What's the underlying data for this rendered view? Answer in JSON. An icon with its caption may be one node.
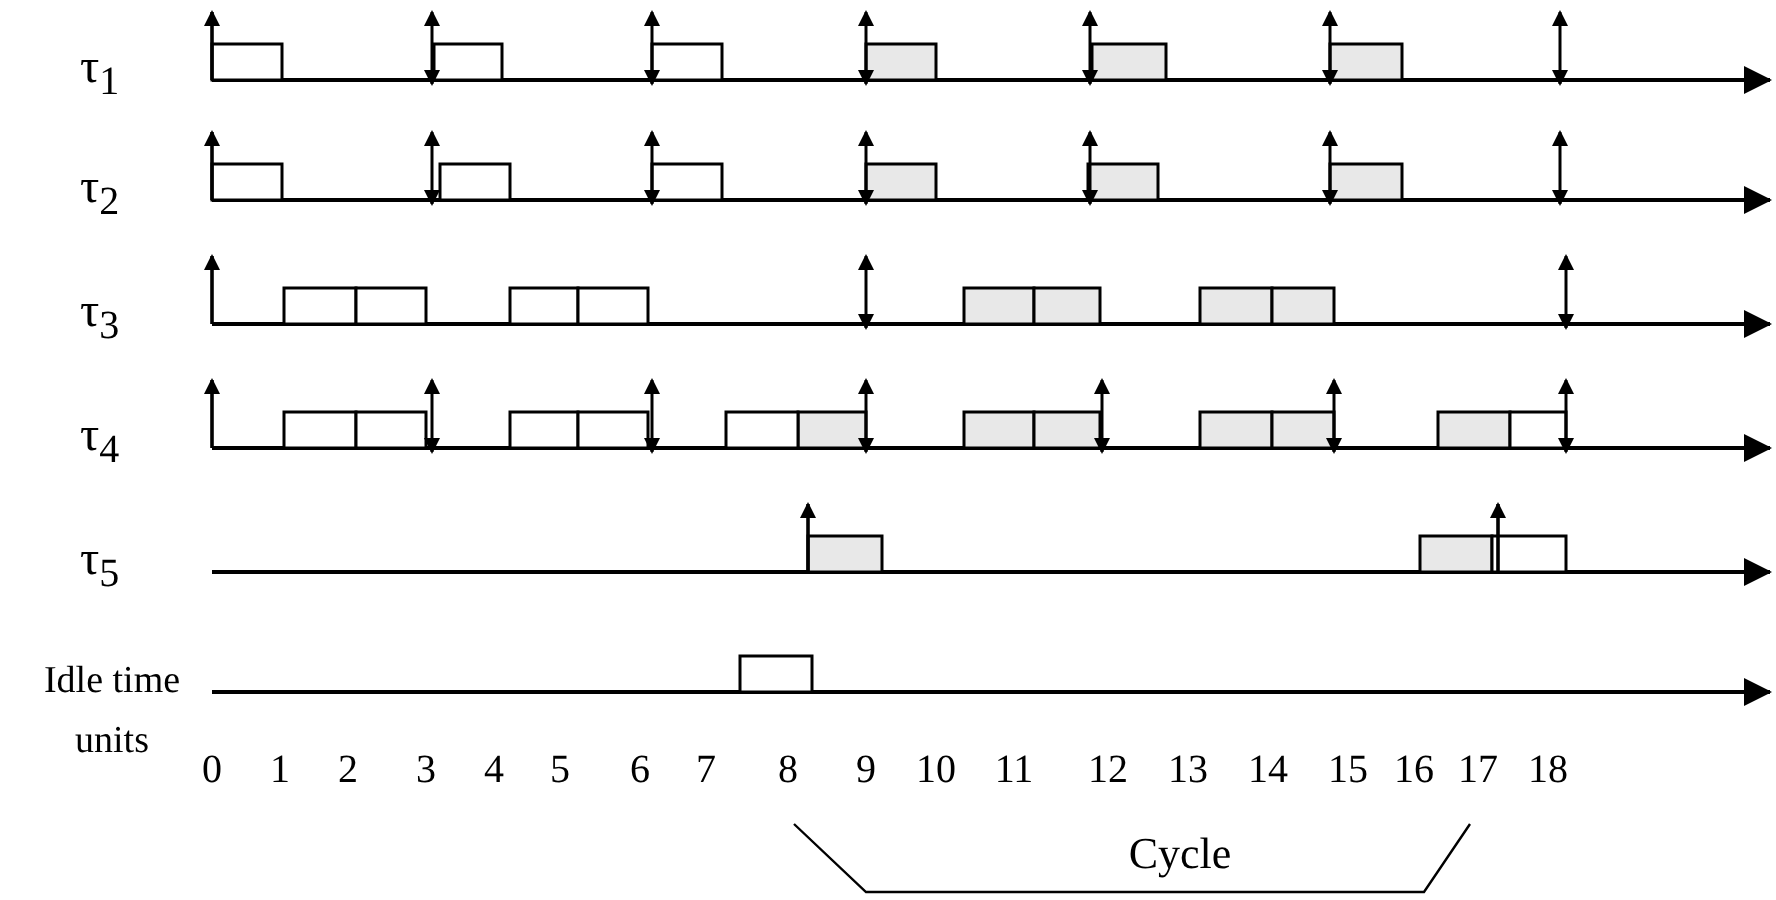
{
  "diagram": {
    "labels": [
      "τ$_{1}$",
      "τ$_{2}$",
      "τ$_{3}$",
      "τ$_{4}$",
      "τ$_{5}$",
      "Idle time units",
      "0",
      "1",
      "2",
      "3",
      "4",
      "5",
      "6",
      "7",
      "8",
      "9",
      "10",
      "11",
      "12",
      "13",
      "14",
      "15",
      "16",
      "17",
      "18",
      "Cycle"
    ]
  }
}
